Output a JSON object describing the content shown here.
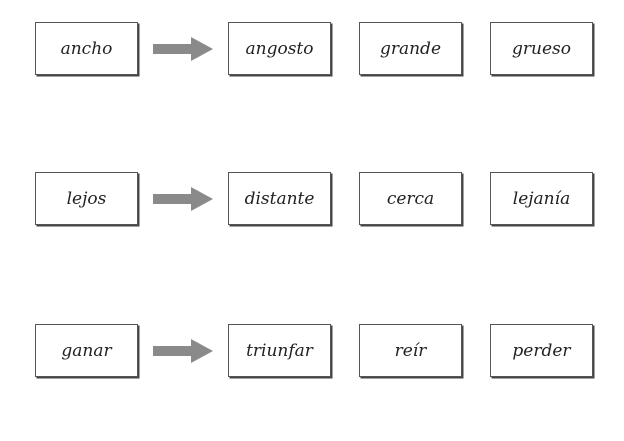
{
  "rows": [
    {
      "source": "ancho",
      "options": [
        "angosto",
        "grande",
        "grueso"
      ]
    },
    {
      "source": "lejos",
      "options": [
        "distante",
        "cerca",
        "lejanía"
      ]
    },
    {
      "source": "ganar",
      "options": [
        "triunfar",
        "reír",
        "perder"
      ]
    }
  ],
  "icons": {
    "arrow": "right-arrow-icon"
  },
  "colors": {
    "arrow": "#8a8a8a",
    "border": "#555555",
    "text": "#222222"
  }
}
